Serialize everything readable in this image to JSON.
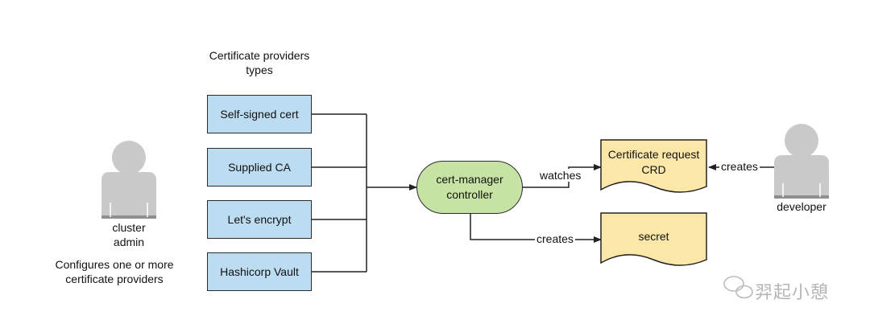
{
  "providers_section": {
    "title_line1": "Certificate providers",
    "title_line2": "types",
    "items": [
      {
        "label": "Self-signed cert"
      },
      {
        "label": "Supplied CA"
      },
      {
        "label": "Let's encrypt"
      },
      {
        "label": "Hashicorp Vault"
      }
    ]
  },
  "cluster_admin": {
    "label_line1": "cluster",
    "label_line2": "admin",
    "description_line1": "Configures one or more",
    "description_line2": "certificate providers"
  },
  "controller": {
    "label_line1": "cert-manager",
    "label_line2": "controller"
  },
  "cert_request": {
    "label_line1": "Certificate request",
    "label_line2": "CRD"
  },
  "secret": {
    "label": "secret"
  },
  "developer": {
    "label": "developer"
  },
  "edges": {
    "watches": "watches",
    "controller_creates": "creates",
    "developer_creates": "creates"
  },
  "watermark": {
    "text": "羿起小憩"
  },
  "colors": {
    "provider_fill": "#bcdcf2",
    "controller_fill": "#c6e3a4",
    "document_fill": "#fbe7a8",
    "person_fill": "#c9c9c9",
    "line": "#222222"
  }
}
